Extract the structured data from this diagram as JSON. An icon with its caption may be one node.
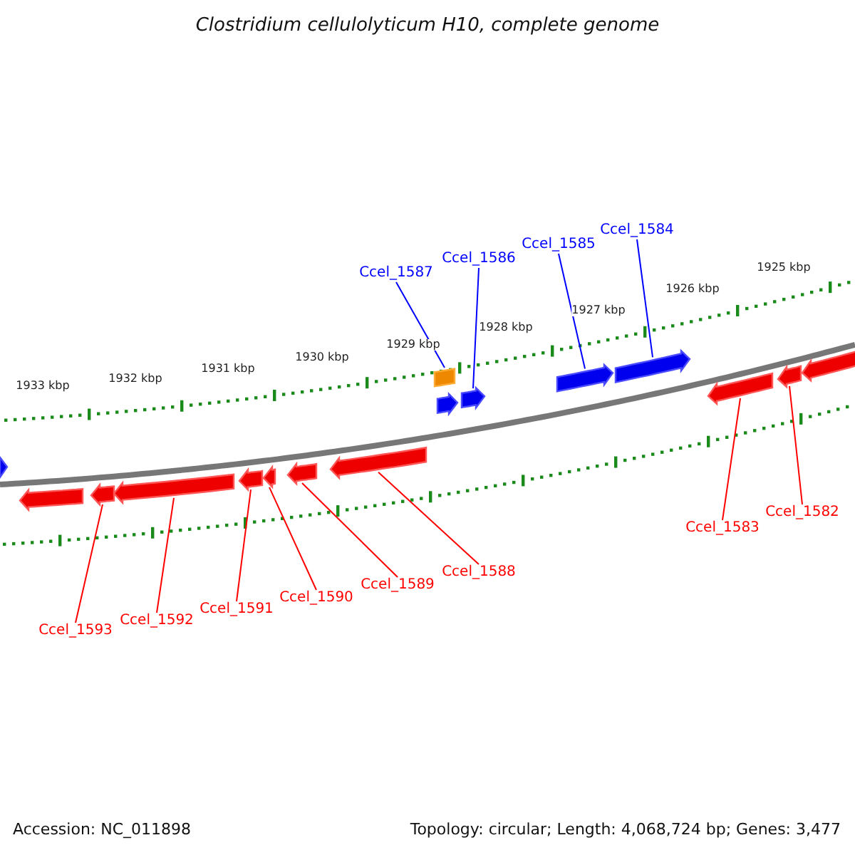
{
  "diagram": {
    "title": "Clostridium cellulolyticum H10, complete genome",
    "nodes": [
      {
        "text": [
          "Ccel_1587"
        ]
      },
      {
        "text": [
          "Ccel_1586"
        ]
      },
      {
        "text": [
          "Ccel_1585"
        ]
      },
      {
        "text": [
          "Ccel_1584"
        ]
      },
      {
        "text": [],
        "shape": "box"
      },
      {
        "text": [],
        "shape": "pentagon"
      },
      {
        "text": [],
        "shape": "pentagon"
      },
      {
        "text": [],
        "shape": "pentagon"
      },
      {
        "text": [
          "Ccel_1588"
        ]
      },
      {
        "text": [
          "Ccel_1589"
        ]
      },
      {
        "text": [
          "Ccel_1590"
        ]
      },
      {
        "text": [
          "Ccel_1591"
        ]
      },
      {
        "text": [
          "Ccel_1592"
        ]
      },
      {
        "text": [
          "Ccel_1593"
        ]
      },
      {
        "text": [
          "Ccel_1583"
        ]
      },
      {
        "text": [
          "Ccel_1582"
        ]
      },
      {
        "text": [],
        "shape": "pentagon"
      },
      {
        "text": [],
        "shape": "pentagon"
      },
      {
        "text": [],
        "shape": "pentagon"
      },
      {
        "text": [],
        "shape": "pentagon"
      },
      {
        "text": [],
        "shape": "pentagon"
      },
      {
        "text": [],
        "shape": "pentagon"
      },
      {
        "text": [],
        "shape": "pentagon"
      },
      {
        "text": [],
        "shape": "pentagon"
      },
      {
        "text": [],
        "shape": "pentagon"
      },
      {
        "text": [],
        "shape": "pentagon"
      },
      {
        "text": [],
        "shape": "pentagon"
      },
      {
        "text": [],
        "shape": "pentagon"
      }
    ],
    "edges": [
      {
        "from": 0,
        "to": 4,
        "arrow": "none",
        "color": "#0000ff"
      },
      {
        "from": 1,
        "to": 5,
        "arrow": "none",
        "color": "#0000ff"
      },
      {
        "from": 2,
        "to": 6,
        "arrow": "none",
        "color": "#0000ff"
      },
      {
        "from": 3,
        "to": 7,
        "arrow": "none",
        "color": "#0000ff"
      },
      {
        "from": 8,
        "to": 16,
        "arrow": "none",
        "color": "#ff0000"
      },
      {
        "from": 9,
        "to": 17,
        "arrow": "none",
        "color": "#ff0000"
      },
      {
        "from": 10,
        "to": 18,
        "arrow": "none",
        "color": "#ff0000"
      },
      {
        "from": 11,
        "to": 19,
        "arrow": "none",
        "color": "#ff0000"
      },
      {
        "from": 12,
        "to": 20,
        "arrow": "none",
        "color": "#ff0000"
      },
      {
        "from": 13,
        "to": 21,
        "arrow": "none",
        "color": "#ff0000"
      },
      {
        "from": 14,
        "to": 22,
        "arrow": "none",
        "color": "#ff0000"
      },
      {
        "from": 15,
        "to": 23,
        "arrow": "none",
        "color": "#ff0000"
      }
    ],
    "labels": [
      "1933 kbp",
      "1932 kbp",
      "1931 kbp",
      "1930 kbp",
      "1929 kbp",
      "1928 kbp",
      "1927 kbp",
      "1926 kbp",
      "1925 kbp",
      "Accession: NC_011898",
      "Topology: circular; Length: 4,068,724 bp; Genes: 3,477"
    ]
  }
}
